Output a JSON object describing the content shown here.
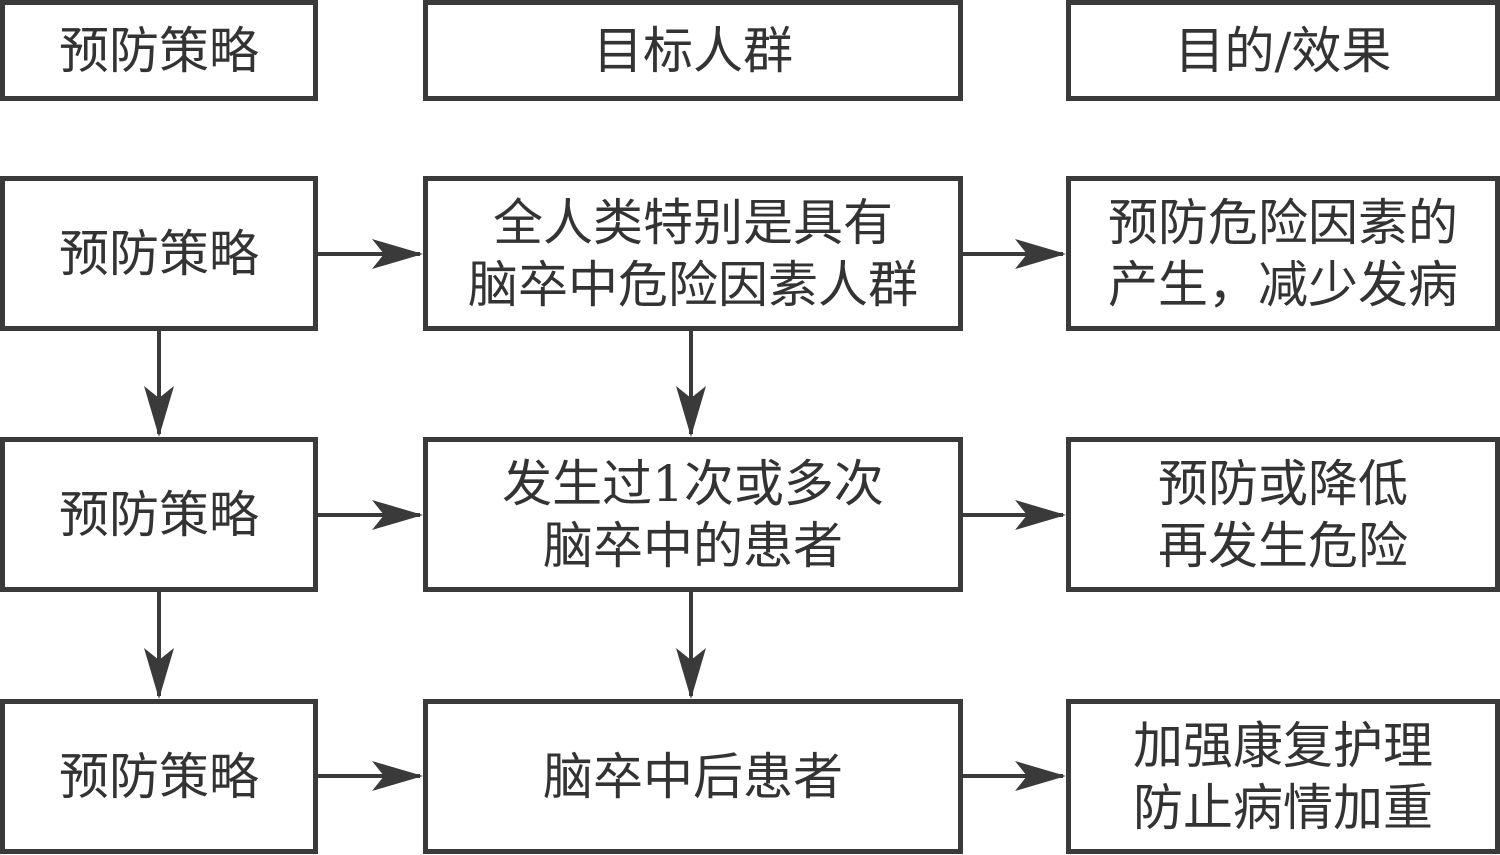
{
  "headers": {
    "strategy": "预防策略",
    "target": "目标人群",
    "purpose": "目的/效果"
  },
  "rows": [
    {
      "strategy": "预防策略",
      "target": "全人类特别是具有\n脑卒中危险因素人群",
      "purpose": "预防危险因素的\n产生，减少发病"
    },
    {
      "strategy": "预防策略",
      "target": "发生过1次或多次\n脑卒中的患者",
      "purpose": "预防或降低\n再发生危险"
    },
    {
      "strategy": "预防策略",
      "target": "脑卒中后患者",
      "purpose": "加强康复护理\n防止病情加重"
    }
  ],
  "colors": {
    "stroke": "#3a3a3a",
    "text": "#333333",
    "background": "#ffffff"
  }
}
